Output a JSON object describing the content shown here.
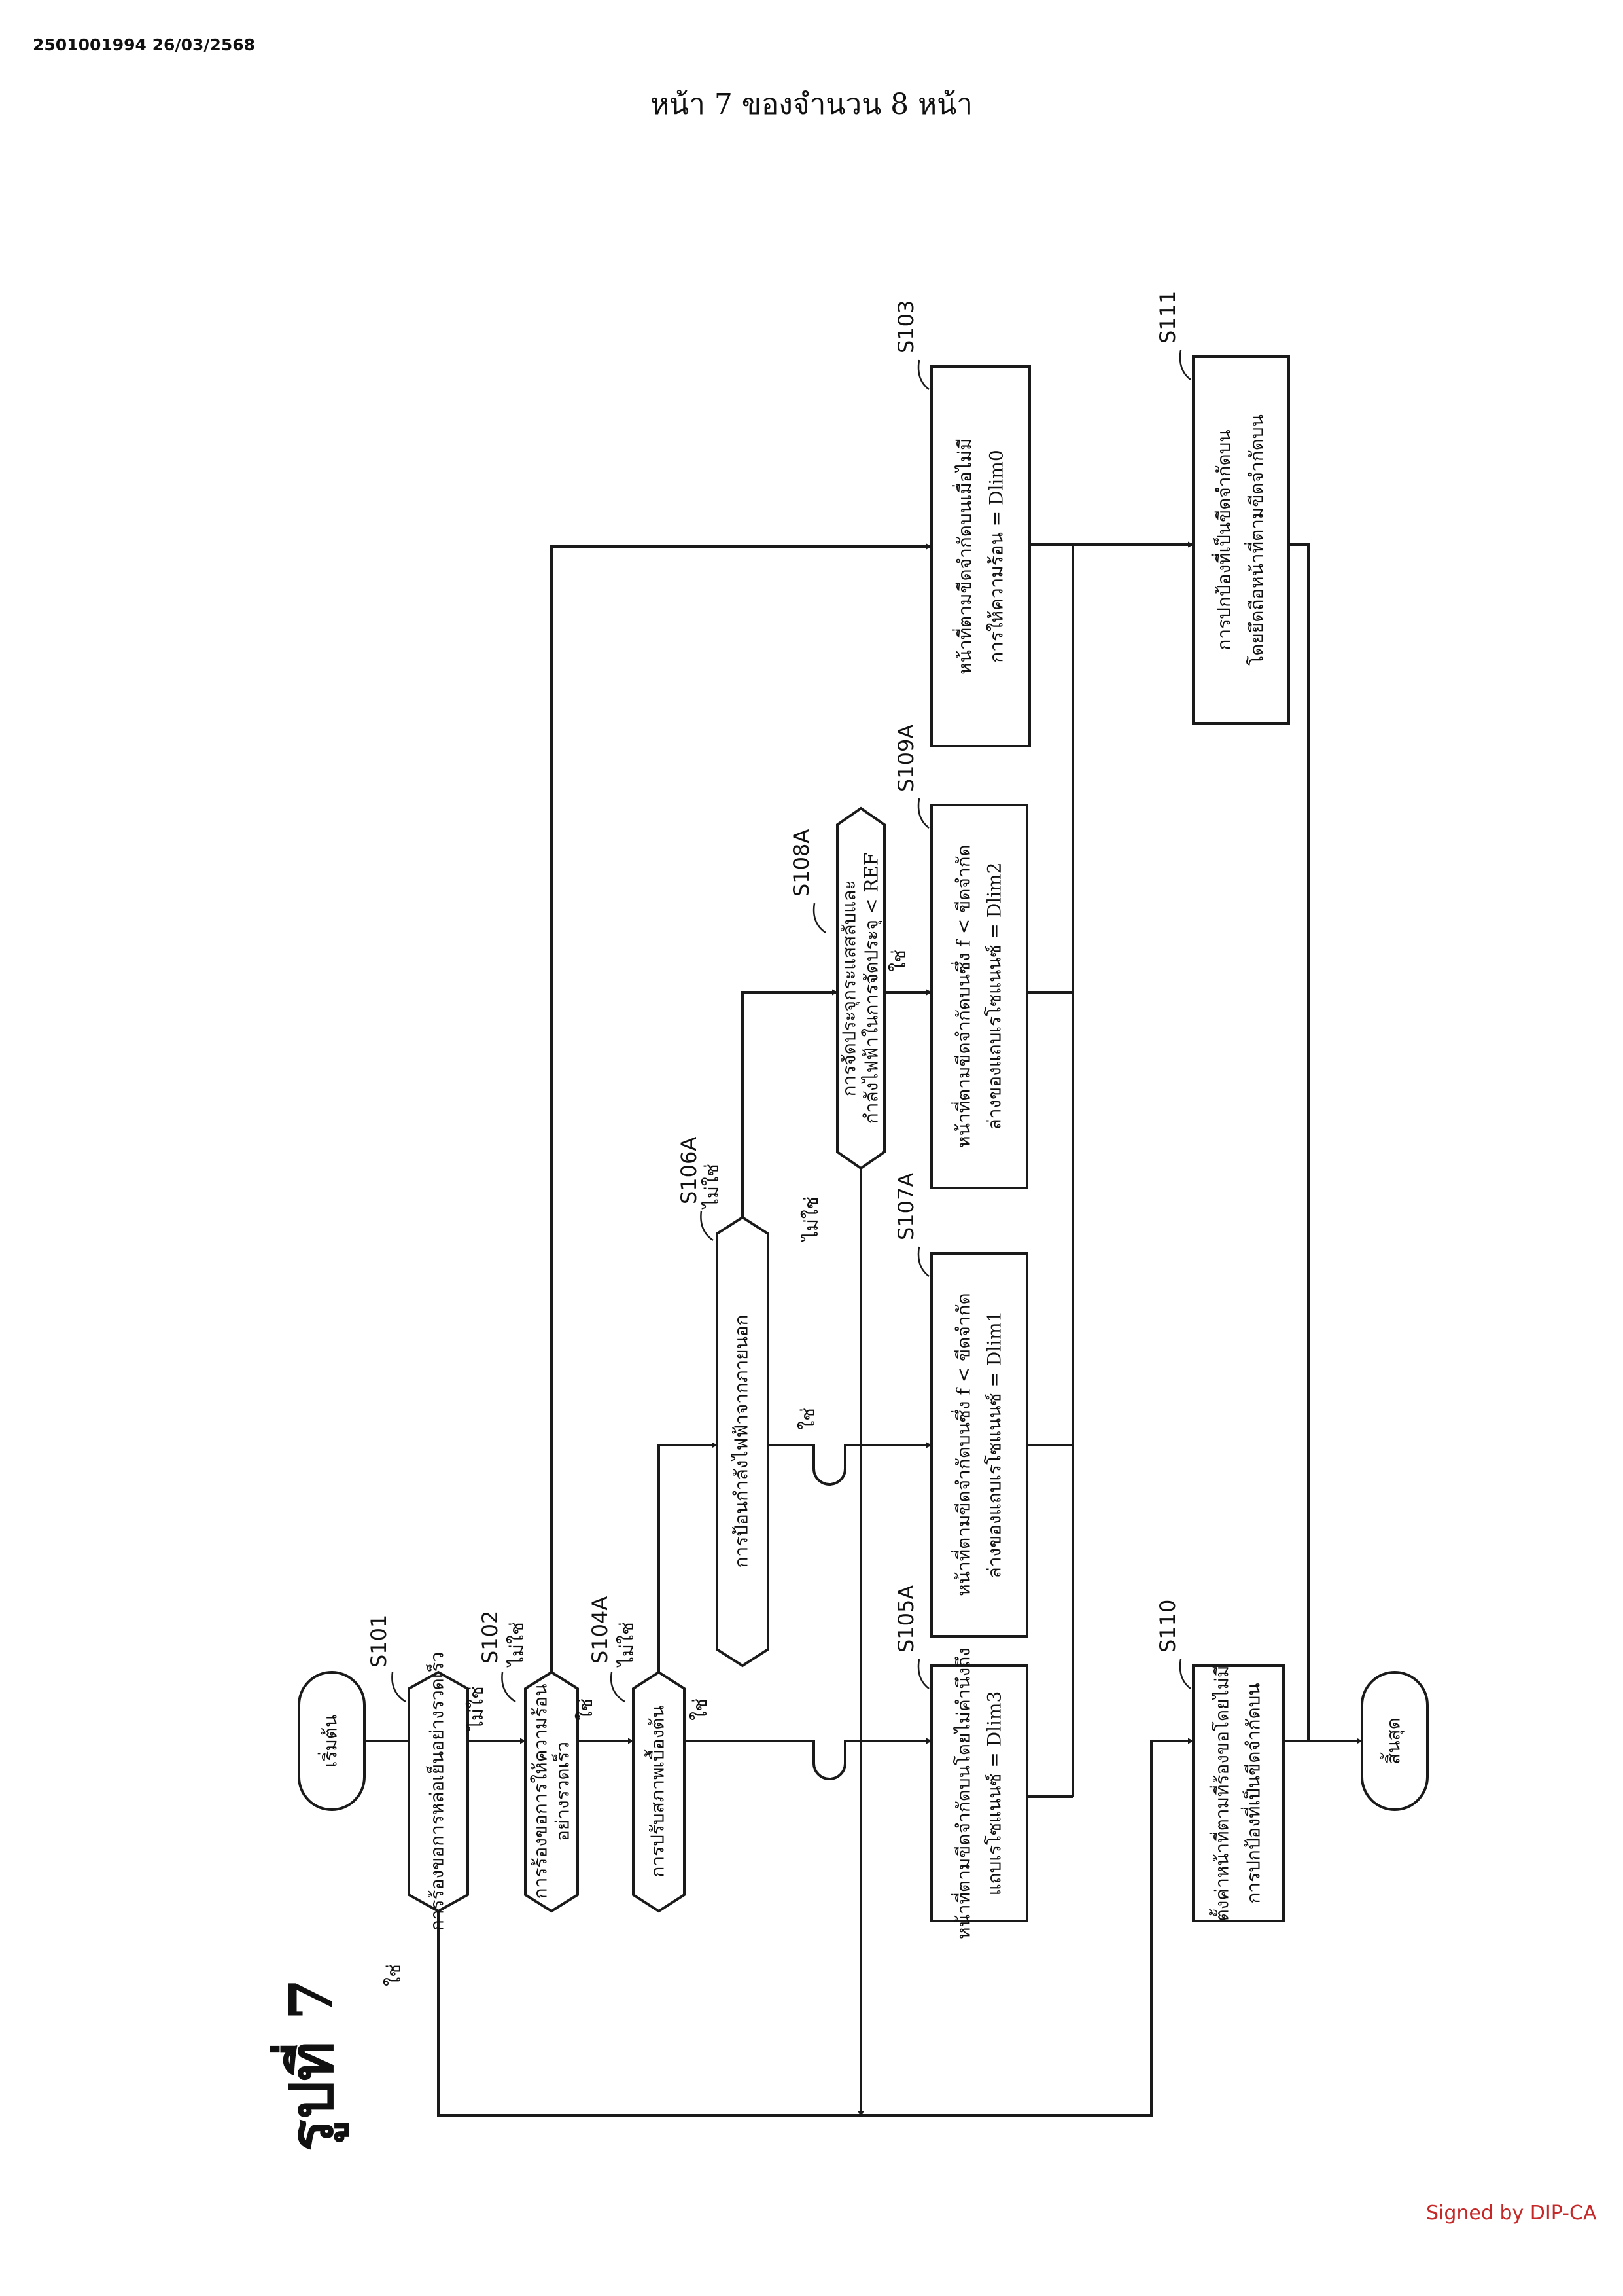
{
  "header": {
    "doc_id": "2501001994 26/03/2568",
    "page_number": "หน้า 7 ของจำนวน 8 หน้า"
  },
  "figure_title": "รูปที่ 7",
  "footer": {
    "signature": "Signed by DIP-CA"
  },
  "labels": {
    "yes": "ใช่",
    "no": "ไม่ใช่"
  },
  "nodes": {
    "start": {
      "text": "เริ่มต้น"
    },
    "s101": {
      "label": "S101",
      "line1": "การร้องขอการหล่อเย็นอย่างรวดเร็ว"
    },
    "s102": {
      "label": "S102",
      "line1": "การร้องขอการให้ความร้อน",
      "line2": "อย่างรวดเร็ว"
    },
    "s104a": {
      "label": "S104A",
      "line1": "การปรับสภาพเบื้องต้น"
    },
    "s106a": {
      "label": "S106A",
      "line1": "การป้อนกำลังไฟฟ้าจากภายนอก"
    },
    "s108a": {
      "label": "S108A",
      "line1": "การจัดประจุกระแสสลับและ",
      "line2": "กำลังไฟฟ้าในการจัดประจุ < REF"
    },
    "s105a": {
      "label": "S105A",
      "line1": "หน้าที่ตามขีดจำกัดบนโดยไม่คำนึงถึง",
      "line2": "แถบเรโซแนนซ์ = Dlim3"
    },
    "s107a": {
      "label": "S107A",
      "line1": "หน้าที่ตามขีดจำกัดบนซึ่ง f < ขีดจำกัด",
      "line2": "ล่างของแถบเรโซแนนซ์ = Dlim1"
    },
    "s109a": {
      "label": "S109A",
      "line1": "หน้าที่ตามขีดจำกัดบนซึ่ง f < ขีดจำกัด",
      "line2": "ล่างของแถบเรโซแนนซ์ = Dlim2"
    },
    "s103": {
      "label": "S103",
      "line1": "หน้าที่ตามขีดจำกัดบนเมื่อไม่มี",
      "line2": "การให้ความร้อน = Dlim0"
    },
    "s110": {
      "label": "S110",
      "line1": "ตั้งค่าหน้าที่ตามที่ร้องขอโดยไม่มี",
      "line2": "การปกป้องที่เป็นขีดจำกัดบน"
    },
    "s111": {
      "label": "S111",
      "line1": "การปกป้องที่เป็นขีดจำกัดบน",
      "line2": "โดยยึดถือหน้าที่ตามขีดจำกัดบน"
    },
    "end": {
      "text": "สิ้นสุด"
    }
  },
  "colors": {
    "signature": "#c62828",
    "ink": "#1a1a1a"
  }
}
